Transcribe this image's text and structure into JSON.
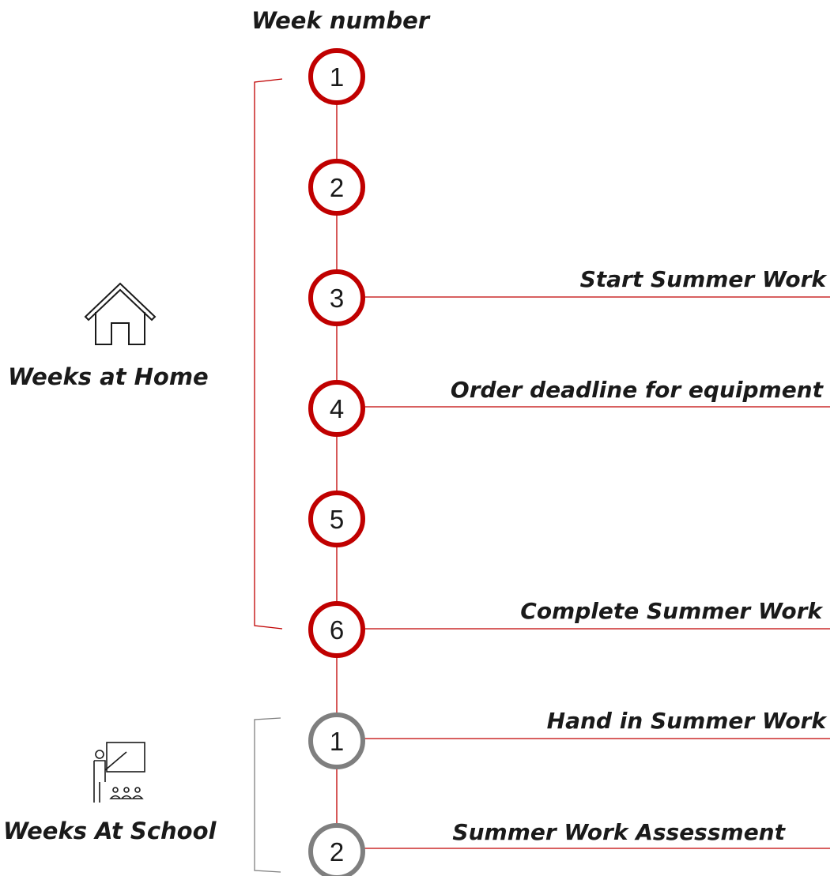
{
  "header": {
    "title": "Week number"
  },
  "sections": [
    {
      "label": "Weeks at Home",
      "icon": "house-icon"
    },
    {
      "label": "Weeks At School",
      "icon": "teacher-classroom-icon"
    }
  ],
  "weeks": [
    {
      "number": "1",
      "phase": "home",
      "event": ""
    },
    {
      "number": "2",
      "phase": "home",
      "event": ""
    },
    {
      "number": "3",
      "phase": "home",
      "event": "Start Summer Work"
    },
    {
      "number": "4",
      "phase": "home",
      "event": "Order deadline for equipment"
    },
    {
      "number": "5",
      "phase": "home",
      "event": ""
    },
    {
      "number": "6",
      "phase": "home",
      "event": "Complete Summer Work"
    },
    {
      "number": "1",
      "phase": "school",
      "event": "Hand in Summer Work"
    },
    {
      "number": "2",
      "phase": "school",
      "event": "Summer Work Assessment"
    }
  ],
  "colors": {
    "home": "#c00000",
    "school": "#7f7f7f",
    "line": "#c00000",
    "text": "#1a1a1a"
  }
}
